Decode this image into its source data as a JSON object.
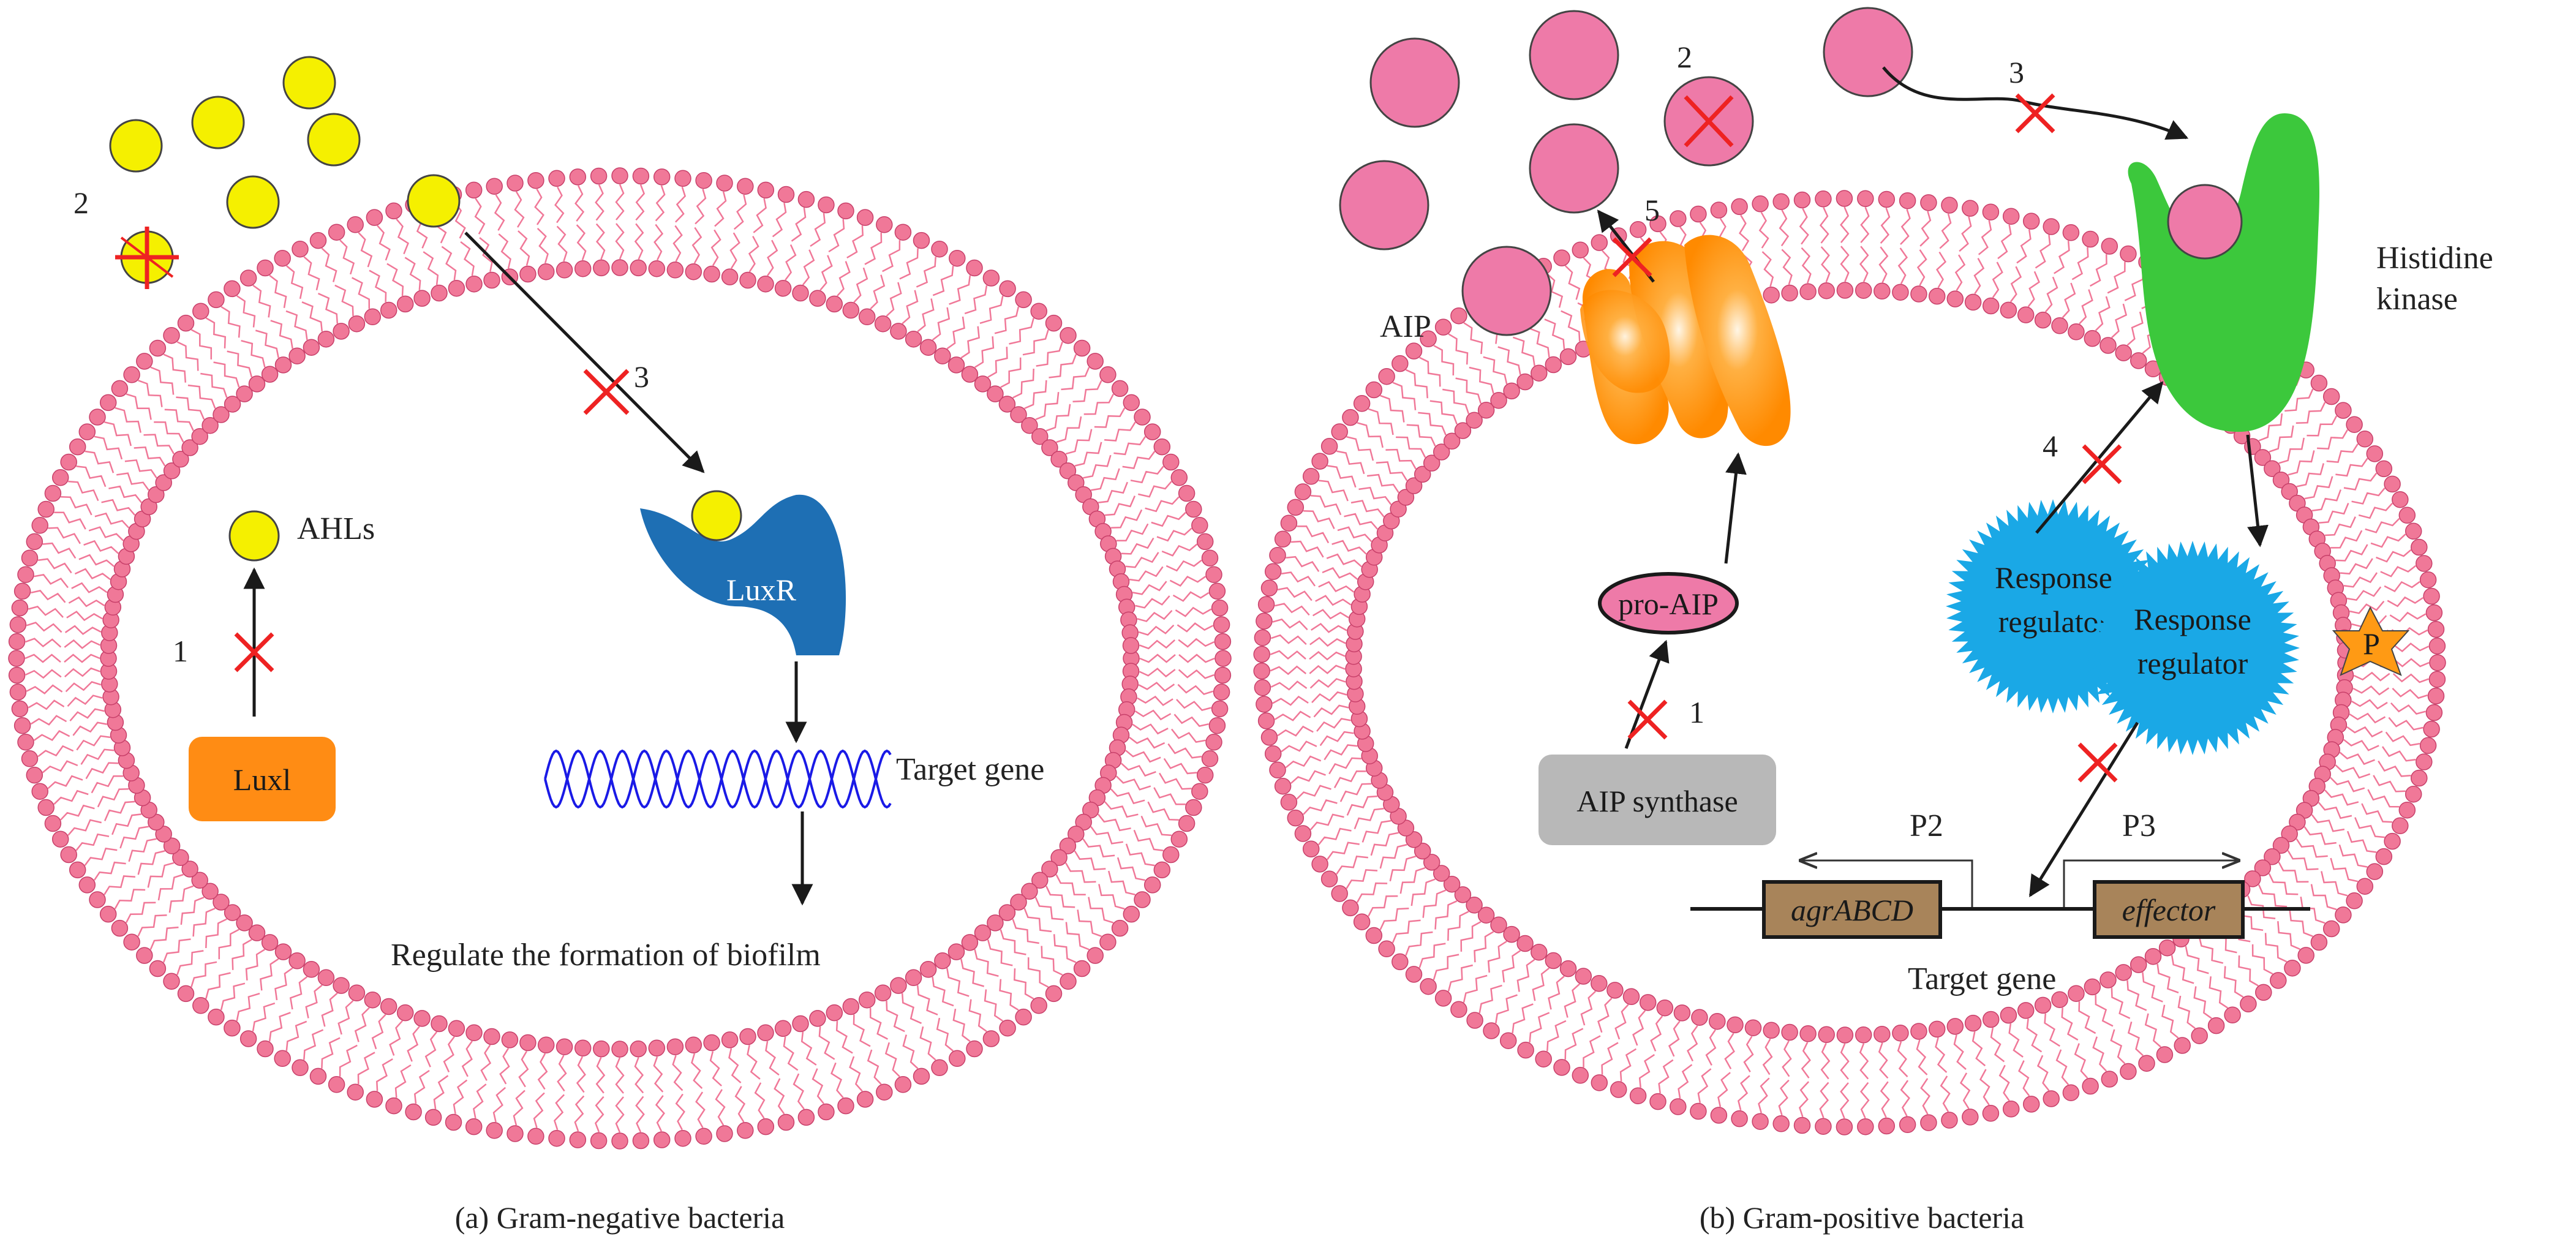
{
  "panel_a": {
    "caption": "(a)  Gram-negative bacteria",
    "labels": {
      "ahls": "AHLs",
      "luxr": "LuxR",
      "luxi": "Luxl",
      "target_gene": "Target gene",
      "regulate": "Regulate the formation of biofilm"
    },
    "step_numbers": {
      "n1": "1",
      "n2": "2",
      "n3": "3"
    }
  },
  "panel_b": {
    "caption": "(b) Gram-positive bacteria",
    "labels": {
      "aip": "AIP",
      "histidine": "Histidine",
      "kinase": "kinase",
      "pro_aip": "pro-AIP",
      "aip_synthase": "AIP synthase",
      "response": "Response",
      "regulator": "regulator",
      "phospho": "P",
      "p2": "P2",
      "p3": "P3",
      "agr": "agrABCD",
      "effector": "effector",
      "target_gene": "Target gene"
    },
    "step_numbers": {
      "n1": "1",
      "n2": "2",
      "n3": "3",
      "n4": "4",
      "n5": "5"
    }
  },
  "colors": {
    "membrane_head": "#f07898",
    "ahl": "#f5f000",
    "aip": "#ee7aa8",
    "luxr": "#1e6fb4",
    "luxi": "#ff8c14",
    "histidine_kinase": "#3cc83c",
    "transporter": "#ff9a14",
    "response_regulator": "#1aa8e6",
    "gene_box": "#a8845a",
    "inhibit_cross": "#ee2222",
    "dna": "#1a1ae6"
  }
}
